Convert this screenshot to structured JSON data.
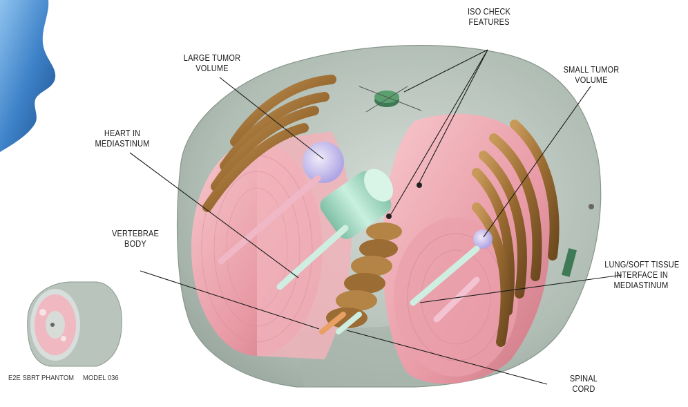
{
  "labels": {
    "iso_check": [
      "ISO CHECK",
      "FEATURES"
    ],
    "large_tumor": [
      "LARGE TUMOR",
      "VOLUME"
    ],
    "small_tumor": [
      "SMALL TUMOR",
      "VOLUME"
    ],
    "heart": [
      "HEART IN",
      "MEDIASTINUM"
    ],
    "vertebrae": [
      "VERTEBRAE",
      "BODY"
    ],
    "lung_interface": [
      "LUNG/SOFT TISSUE",
      "INTERFACE IN",
      "MEDIASTINUM"
    ],
    "spinal_cord": [
      "SPINAL",
      "CORD"
    ]
  },
  "caption": {
    "product": "E2E SBRT PHANTOM",
    "model": "MODEL 036"
  }
}
